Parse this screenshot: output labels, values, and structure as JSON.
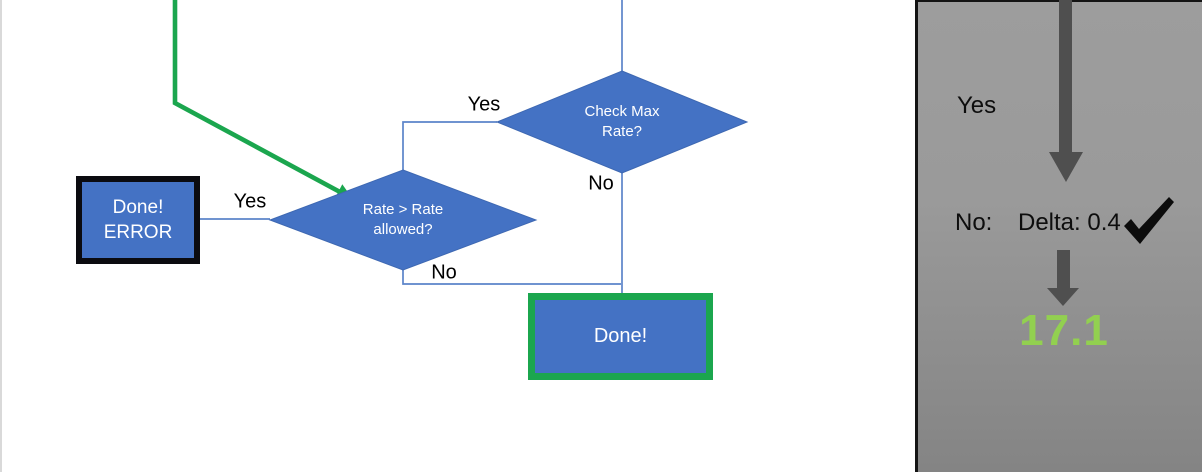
{
  "flowchart": {
    "decision_check_max": {
      "line1": "Check Max",
      "line2": "Rate?"
    },
    "decision_rate_allowed": {
      "line1": "Rate > Rate",
      "line2": "allowed?"
    },
    "label_yes_check_max": "Yes",
    "label_no_check_max": "No",
    "label_yes_rate": "Yes",
    "label_no_rate": "No",
    "terminal_error": {
      "line1": "Done!",
      "line2": "ERROR"
    },
    "terminal_done": "Done!"
  },
  "side_panel": {
    "label_yes": "Yes",
    "label_no": "No:",
    "delta_text": "Delta: 0.4",
    "check_icon": "✓",
    "result_value": "17.1"
  },
  "colors": {
    "shape_blue": "#4472C4",
    "connector_blue": "#5B84C9",
    "flow_green": "#1BA64E",
    "result_green": "#92D050",
    "arrow_gray": "#4F4F4F",
    "panel_gray_top": "#9D9D9D",
    "panel_gray_bottom": "#848484",
    "border_black": "#0B0B10"
  }
}
